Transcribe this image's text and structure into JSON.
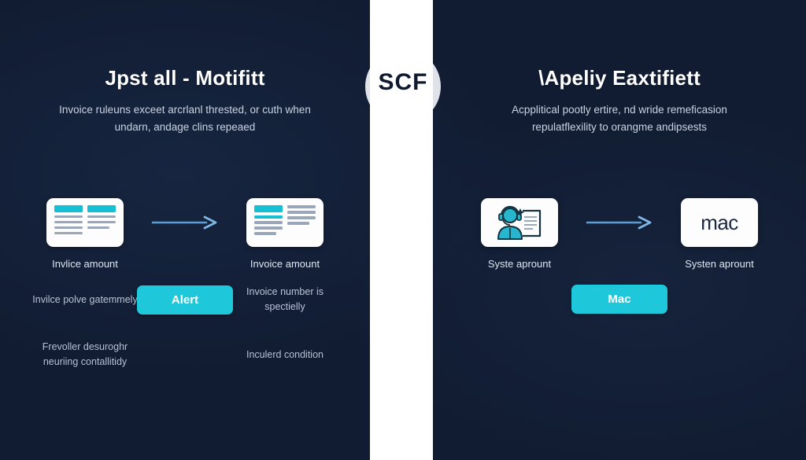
{
  "canvas": {
    "background_color": "#111c32",
    "accent_teal": "#1ec8da",
    "accent_arrow": "#5b9ed6",
    "divider_color": "#ffffff",
    "badge_circle_color": "#dfe3e9"
  },
  "divider": {
    "badge_label": "SCF"
  },
  "left_panel": {
    "title": "Jpst all - Motifitt",
    "subtitle": "Invoice ruleuns exceet arcrlanl thrested, or cuth when undarn, andage clins repeaed",
    "flow": {
      "node_1": {
        "icon": "document-two-column-icon",
        "label": "Invlice amount"
      },
      "arrow": "arrow-right-icon",
      "node_2": {
        "icon": "document-detail-icon",
        "label": "Invoice amount"
      }
    },
    "mid_row": {
      "left_text": "Invilce polve gatemmely",
      "button_label": "Alert",
      "right_text": "Invoice number is spectielly"
    },
    "bottom_row": {
      "left_text": "Frevoller desuroghr neuriing contallitidy",
      "right_text": "Inculerd condition"
    }
  },
  "right_panel": {
    "title": "\\Apeliy Eaxtifiett",
    "subtitle": "Acpplitical pootly ertire, nd wride remeficasion repulatflexility to orangme andipsests",
    "flow": {
      "node_1": {
        "icon": "person-headset-document-icon",
        "label": "Syste aprount"
      },
      "arrow": "arrow-right-icon",
      "node_2": {
        "icon": "mac-text-card",
        "label": "Systen aprount"
      }
    },
    "mid_row": {
      "button_label": "Mac"
    }
  }
}
